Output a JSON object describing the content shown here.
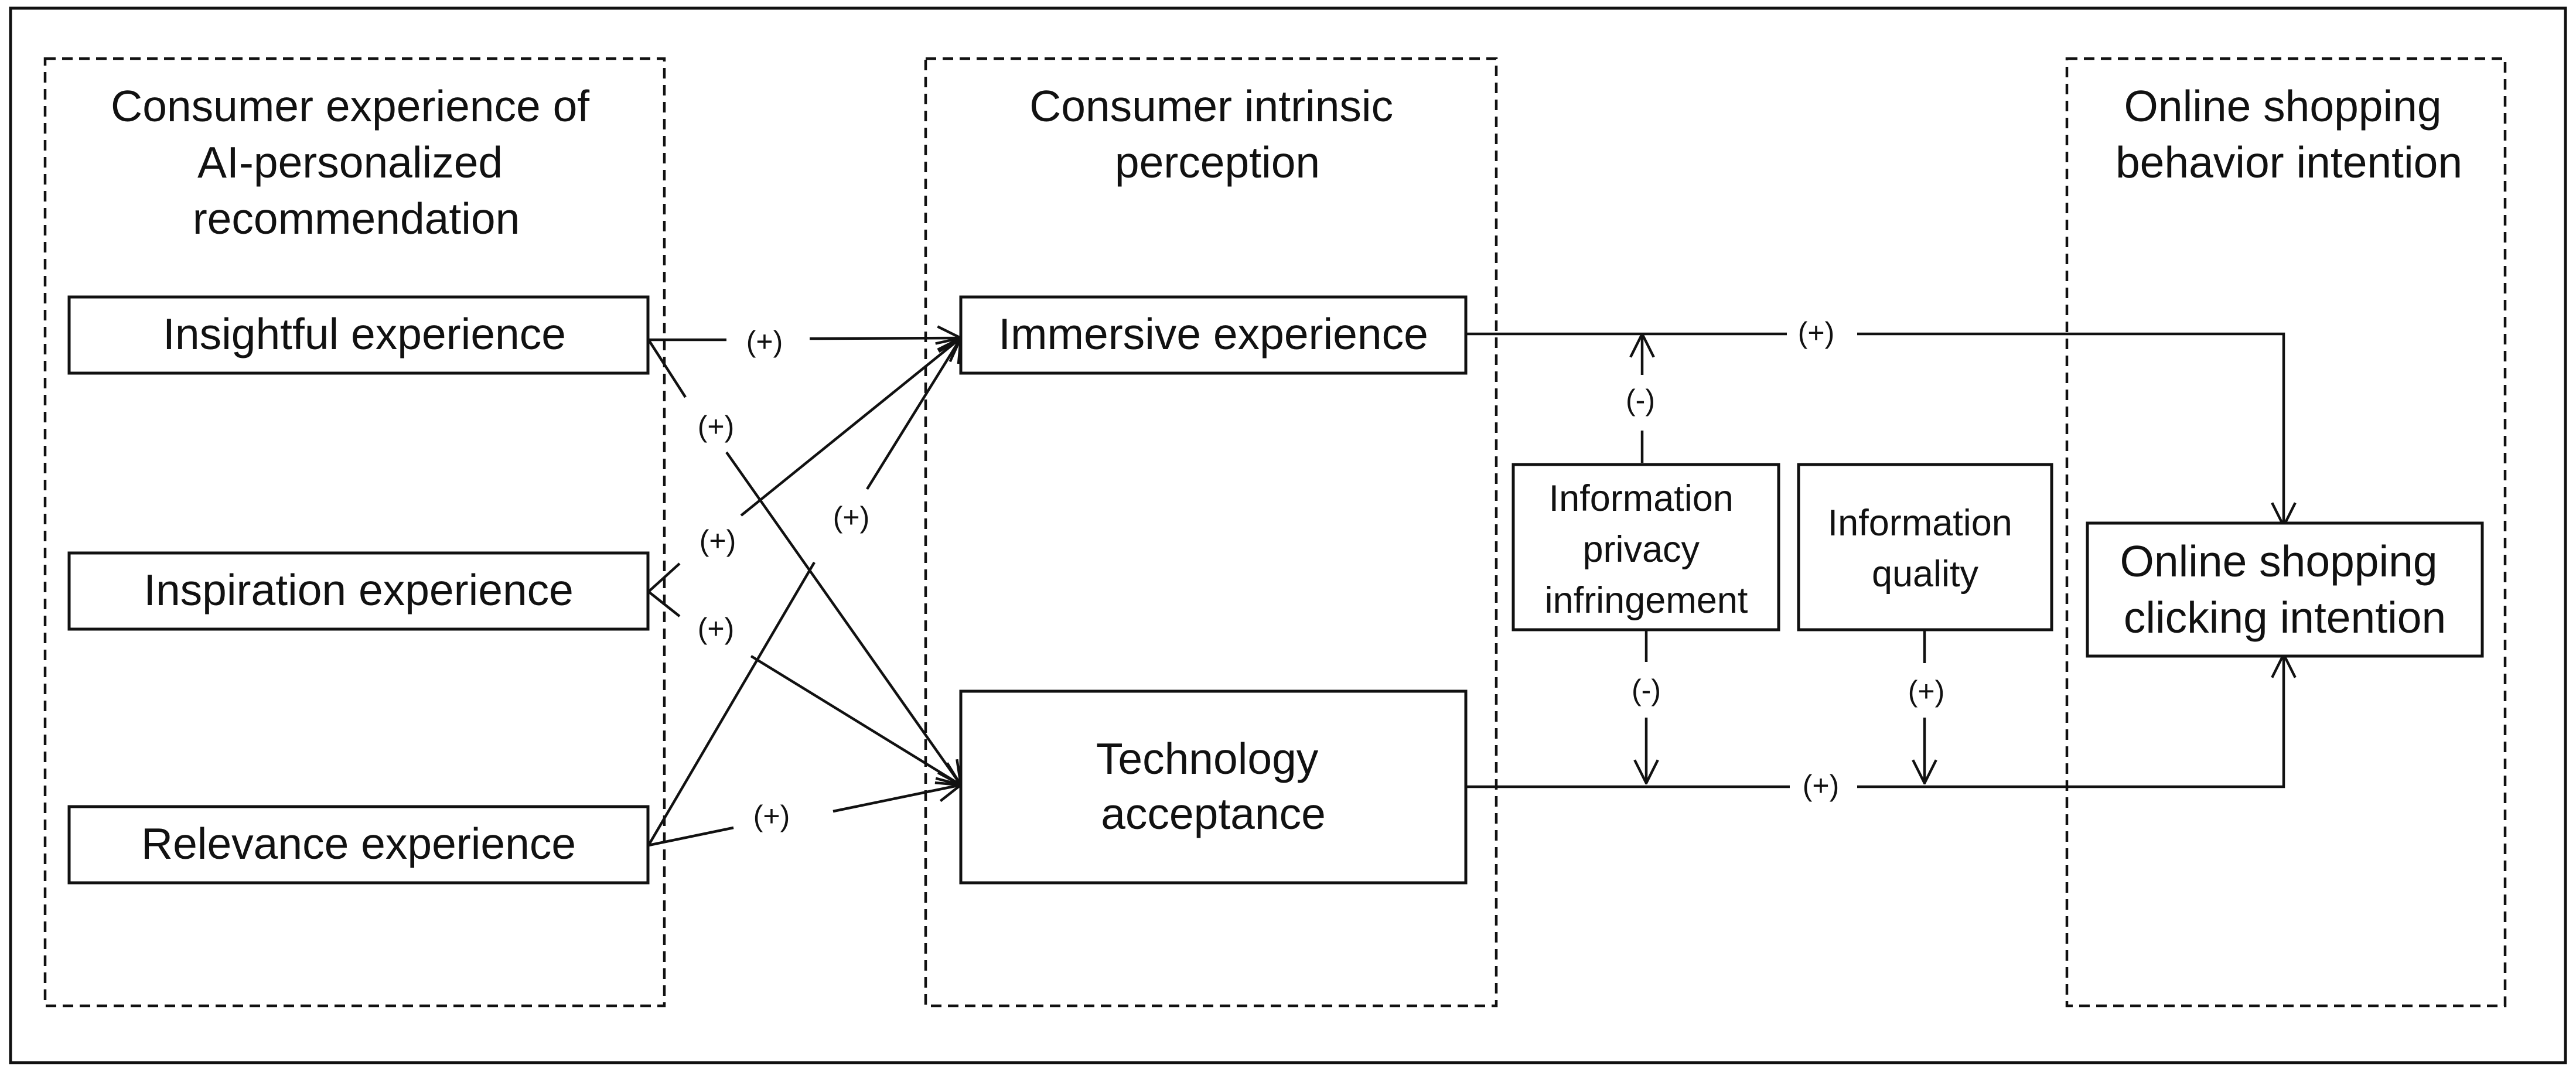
{
  "groups": {
    "left_title": [
      "Consumer experience of",
      "AI-personalized",
      "recommendation"
    ],
    "middle_title": [
      "Consumer intrinsic",
      "perception"
    ],
    "right_title": [
      "Online shopping",
      "behavior intention"
    ]
  },
  "nodes": {
    "insightful": [
      "Insightful experience"
    ],
    "inspiration": [
      "Inspiration experience"
    ],
    "relevance": [
      "Relevance experience"
    ],
    "immersive": [
      "Immersive experience"
    ],
    "technology": [
      "Technology",
      "acceptance"
    ],
    "privacy": [
      "Information",
      "privacy",
      "infringement"
    ],
    "quality": [
      "Information",
      "quality"
    ],
    "clicking": [
      "Online shopping",
      "clicking intention"
    ]
  },
  "paths": {
    "insightful_immersive": "(+)",
    "insightful_technology": "(+)",
    "inspiration_immersive": "(+)",
    "inspiration_technology": "(+)",
    "relevance_immersive": "(+)",
    "relevance_technology": "(+)",
    "immersive_clicking": "(+)",
    "technology_clicking": "(+)",
    "privacy_upper": "(-)",
    "privacy_lower": "(-)",
    "quality_lower": "(+)"
  }
}
